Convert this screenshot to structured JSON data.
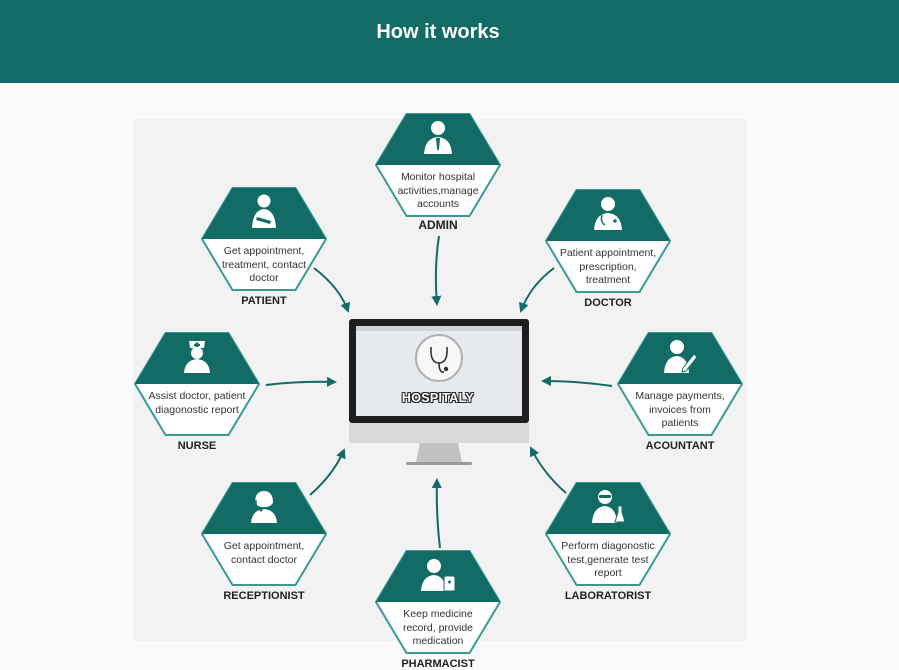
{
  "header": {
    "title": "How it works"
  },
  "center": {
    "logo_text": "HOSPITALY"
  },
  "colors": {
    "teal": "#136b65",
    "hex_border": "#3a9a92",
    "background": "#f2f2f2"
  },
  "roles": [
    {
      "name": "ADMIN",
      "description": "Monitor hospital activities,manage accounts",
      "icon": "admin-icon"
    },
    {
      "name": "PATIENT",
      "description": "Get appointment, treatment, contact doctor",
      "icon": "patient-icon"
    },
    {
      "name": "DOCTOR",
      "description": "Patient appointment, prescription, treatment",
      "icon": "doctor-icon"
    },
    {
      "name": "NURSE",
      "description": "Assist doctor, patient diagonostic report",
      "icon": "nurse-icon"
    },
    {
      "name": "ACOUNTANT",
      "description": "Manage payments, invoices from patients",
      "icon": "accountant-icon"
    },
    {
      "name": "RECEPTIONIST",
      "description": "Get appointment, contact doctor",
      "icon": "receptionist-icon"
    },
    {
      "name": "LABORATORIST",
      "description": "Perform diagonostic test,generate test report",
      "icon": "laboratorist-icon"
    },
    {
      "name": "PHARMACIST",
      "description": "Keep medicine record, provide medication",
      "icon": "pharmacist-icon"
    }
  ]
}
